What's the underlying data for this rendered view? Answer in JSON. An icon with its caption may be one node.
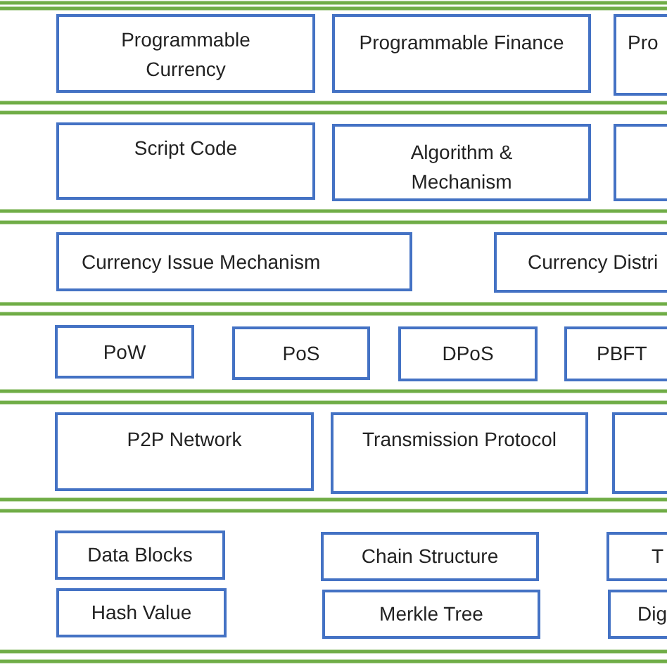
{
  "diagram": {
    "nodes": [
      {
        "text": [
          "Programmable Currency"
        ]
      },
      {
        "text": [
          "Programmable Finance"
        ]
      },
      {
        "text": [
          "Pro"
        ]
      },
      {
        "text": [
          "Script Code"
        ]
      },
      {
        "text": [
          "Algorithm & Mechanism"
        ]
      },
      {
        "text": [],
        "shape": "box"
      },
      {
        "text": [
          "Currency Issue Mechanism"
        ]
      },
      {
        "text": [
          "Currency Distri"
        ]
      },
      {
        "text": [
          "PoW"
        ]
      },
      {
        "text": [
          "PoS"
        ]
      },
      {
        "text": [
          "DPoS"
        ]
      },
      {
        "text": [
          "PBFT"
        ]
      },
      {
        "text": [
          "P2P Network"
        ]
      },
      {
        "text": [
          "Transmission Protocol"
        ]
      },
      {
        "text": [],
        "shape": "box"
      },
      {
        "text": [
          "Data Blocks"
        ]
      },
      {
        "text": [
          "Chain Structure"
        ]
      },
      {
        "text": [
          "T"
        ]
      },
      {
        "text": [
          "Hash Value"
        ]
      },
      {
        "text": [
          "Merkle Tree"
        ]
      },
      {
        "text": [
          "Dig"
        ]
      }
    ]
  }
}
